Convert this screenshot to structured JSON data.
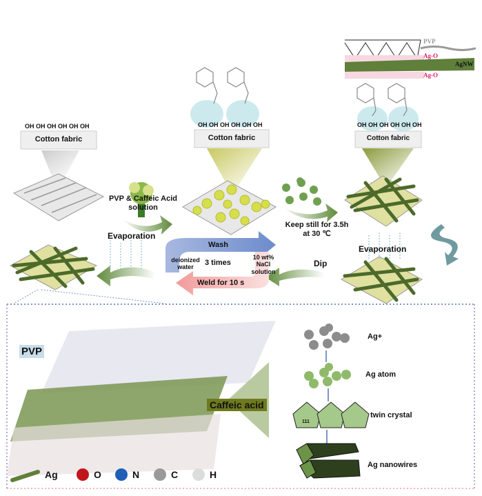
{
  "top": {
    "fabric_label": "Cotton fabric",
    "oh": "OH OH OH OH OH OH",
    "pvp": "PVP",
    "ag_o": "Ag-O",
    "agnw": "AgNW"
  },
  "steps": {
    "step1": "PVP & Caffeic Acid",
    "step1b": "solution",
    "ag_ion": "Ag+",
    "step2": "Keep still for 3.5h",
    "step2b": "at 30 ℃",
    "evaporation": "Evaporation",
    "dip": "Dip",
    "wash": "Wash",
    "water": "deionized",
    "water_b": "water",
    "times": "3 times",
    "nacl": "10 wt%",
    "nacl_b": "NaCl",
    "nacl_c": "solution",
    "weld": "Weld for 10 s"
  },
  "detail": {
    "pvp_label": "PVP",
    "caffeic_label": "Caffeic acid",
    "legend": [
      "Ag",
      "O",
      "N",
      "C",
      "H"
    ],
    "growth": [
      "Ag+",
      "Ag atom",
      "twin crystal",
      "Ag nanowires"
    ],
    "facet": "111"
  },
  "colors": {
    "green": "#5f7f3a",
    "dark_green": "#3b4a25",
    "yellow": "#d8e04a",
    "blue": "#7d95c9",
    "pink": "#f4b6b6",
    "O": "#c0161b",
    "N": "#1f5fb8",
    "C": "#9a9a9a",
    "H": "#dcdcdc"
  }
}
